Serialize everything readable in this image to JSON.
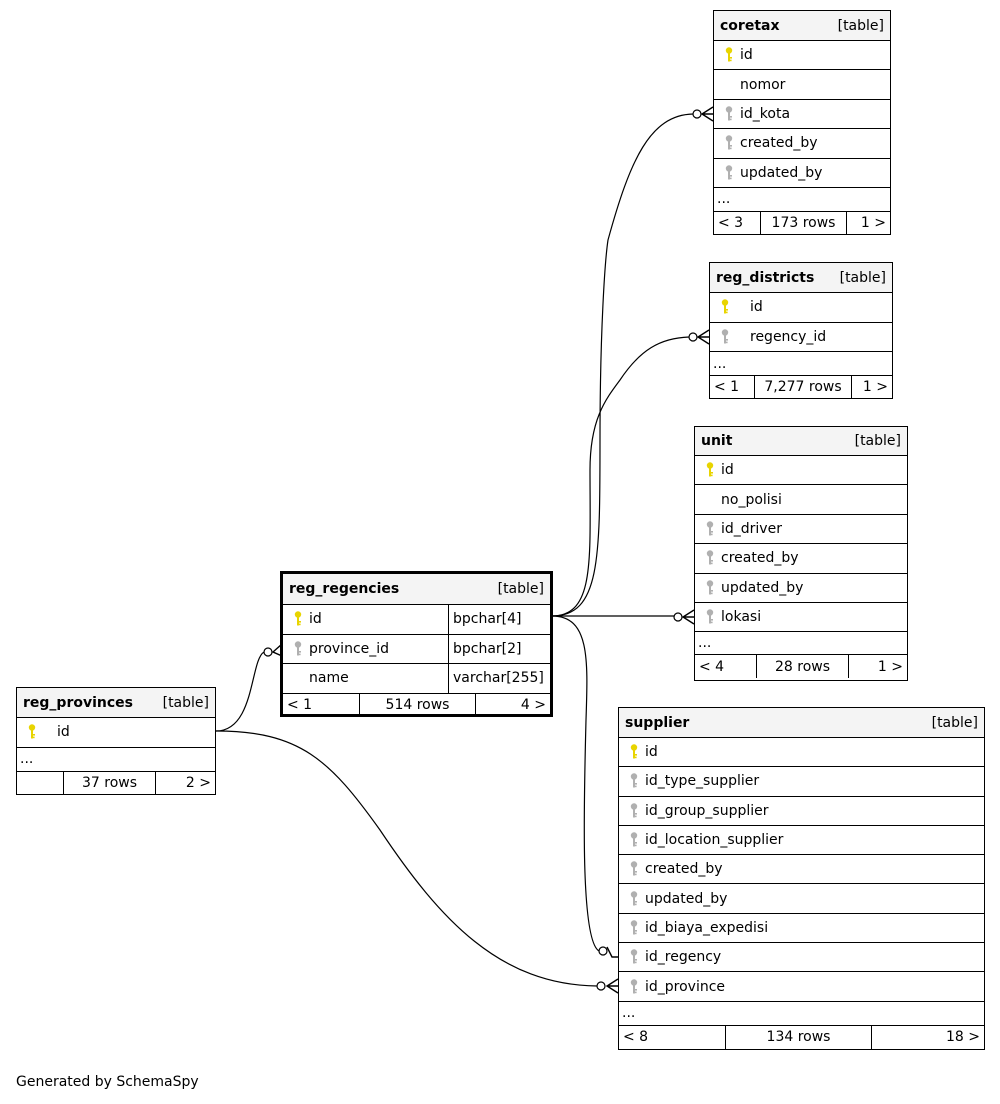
{
  "colors": {
    "primary_key": "#e8d400",
    "foreign_key": "#b0b0b0",
    "header_bg": "#f4f4f4"
  },
  "footer_text": "Generated by SchemaSpy",
  "tables": {
    "coretax": {
      "name": "coretax",
      "kind": "[table]",
      "columns": [
        {
          "name": "id",
          "key": "primary-key-icon"
        },
        {
          "name": "nomor",
          "key": ""
        },
        {
          "name": "id_kota",
          "key": "foreign-key-icon"
        },
        {
          "name": "created_by",
          "key": "foreign-key-icon"
        },
        {
          "name": "updated_by",
          "key": "foreign-key-icon"
        }
      ],
      "more": "...",
      "footer": {
        "left": "< 3",
        "rows": "173 rows",
        "right": "1 >"
      }
    },
    "reg_districts": {
      "name": "reg_districts",
      "kind": "[table]",
      "columns": [
        {
          "name": "id",
          "key": "primary-key-icon"
        },
        {
          "name": "regency_id",
          "key": "foreign-key-icon"
        }
      ],
      "more": "...",
      "footer": {
        "left": "< 1",
        "rows": "7,277 rows",
        "right": "1 >"
      }
    },
    "unit": {
      "name": "unit",
      "kind": "[table]",
      "columns": [
        {
          "name": "id",
          "key": "primary-key-icon"
        },
        {
          "name": "no_polisi",
          "key": ""
        },
        {
          "name": "id_driver",
          "key": "foreign-key-icon"
        },
        {
          "name": "created_by",
          "key": "foreign-key-icon"
        },
        {
          "name": "updated_by",
          "key": "foreign-key-icon"
        },
        {
          "name": "lokasi",
          "key": "foreign-key-icon"
        }
      ],
      "more": "...",
      "footer": {
        "left": "< 4",
        "rows": "28 rows",
        "right": "1 >"
      }
    },
    "reg_regencies": {
      "name": "reg_regencies",
      "kind": "[table]",
      "columns": [
        {
          "name": "id",
          "type": "bpchar[4]",
          "key": "primary-key-icon"
        },
        {
          "name": "province_id",
          "type": "bpchar[2]",
          "key": "foreign-key-icon"
        },
        {
          "name": "name",
          "type": "varchar[255]",
          "key": ""
        }
      ],
      "footer": {
        "left": "< 1",
        "rows": "514 rows",
        "right": "4 >"
      }
    },
    "reg_provinces": {
      "name": "reg_provinces",
      "kind": "[table]",
      "columns": [
        {
          "name": "id",
          "key": "primary-key-icon"
        }
      ],
      "more": "...",
      "footer": {
        "left": "",
        "rows": "37 rows",
        "right": "2 >"
      }
    },
    "supplier": {
      "name": "supplier",
      "kind": "[table]",
      "columns": [
        {
          "name": "id",
          "key": "primary-key-icon"
        },
        {
          "name": "id_type_supplier",
          "key": "foreign-key-icon"
        },
        {
          "name": "id_group_supplier",
          "key": "foreign-key-icon"
        },
        {
          "name": "id_location_supplier",
          "key": "foreign-key-icon"
        },
        {
          "name": "created_by",
          "key": "foreign-key-icon"
        },
        {
          "name": "updated_by",
          "key": "foreign-key-icon"
        },
        {
          "name": "id_biaya_expedisi",
          "key": "foreign-key-icon"
        },
        {
          "name": "id_regency",
          "key": "foreign-key-icon"
        },
        {
          "name": "id_province",
          "key": "foreign-key-icon"
        }
      ],
      "more": "...",
      "footer": {
        "left": "< 8",
        "rows": "134 rows",
        "right": "18 >"
      }
    }
  }
}
